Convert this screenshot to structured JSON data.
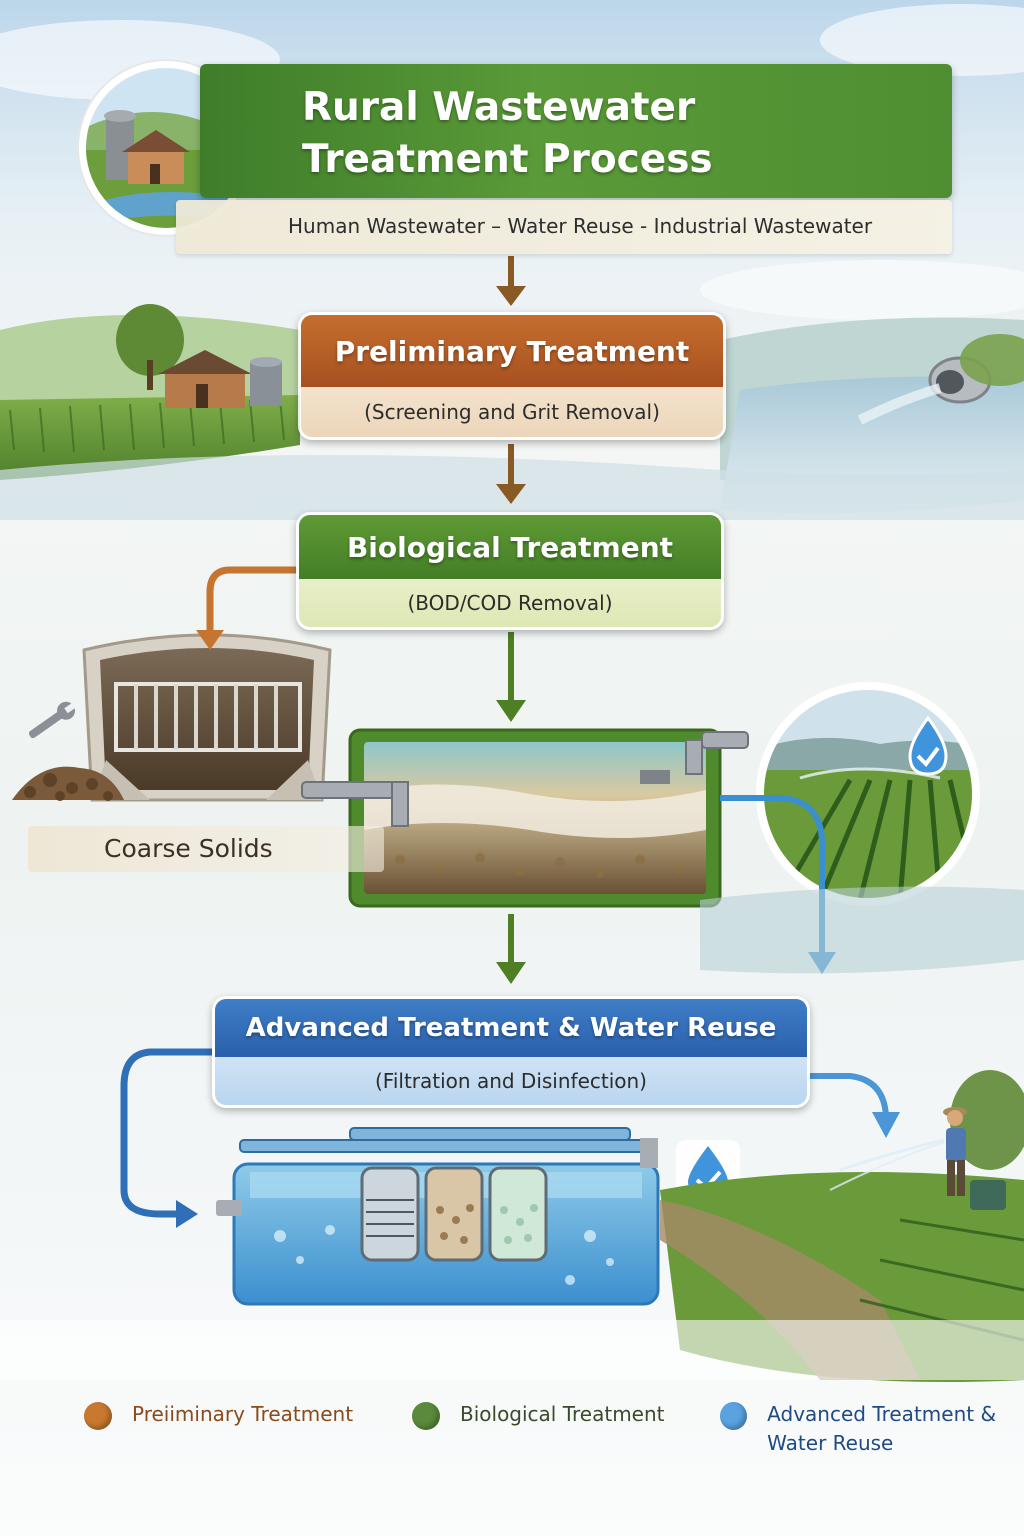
{
  "header": {
    "title_line1": "Rural Wastewater",
    "title_line2": "Treatment Process",
    "subtitle": "Human Wastewater – Water Reuse - Industrial Wastewater"
  },
  "steps": [
    {
      "title": "Preliminary Treatment",
      "detail": "(Screening and Grit Removal)",
      "color": "#b35f27"
    },
    {
      "title": "Biological Treatment",
      "detail": "(BOD/COD Removal)",
      "color": "#4f8a2c"
    },
    {
      "title": "Advanced Treatment & Water Reuse",
      "detail": "(Filtration and Disinfection)",
      "color": "#3470b8"
    }
  ],
  "callouts": {
    "coarse_solids": "Coarse Solids"
  },
  "legend": [
    {
      "label": "Preiiminary Treatment",
      "color": "#c8782f",
      "text_color": "#8a4a1c"
    },
    {
      "label": "Biological Treatment",
      "color": "#5c8a3c",
      "text_color": "#3c4a2c"
    },
    {
      "label": "Advanced Treatment & Water Reuse",
      "color": "#5aa2e0",
      "text_color": "#1f4a86"
    }
  ]
}
